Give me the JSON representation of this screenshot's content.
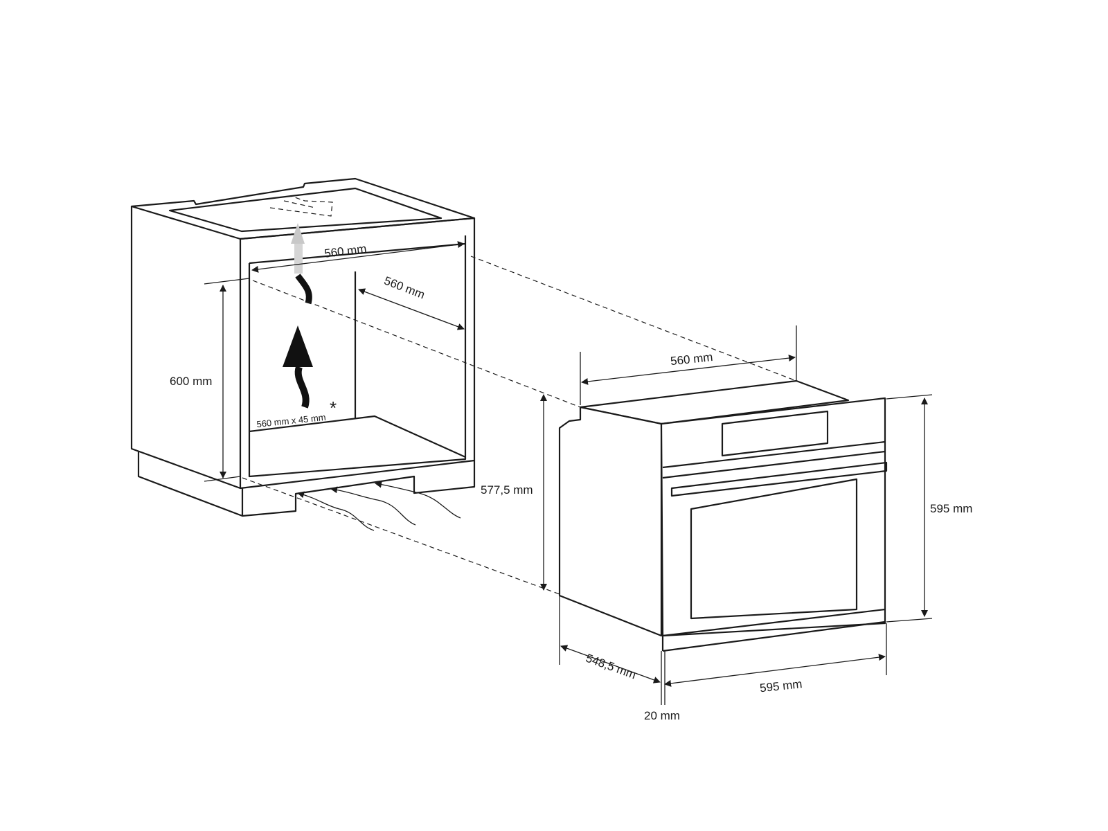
{
  "cabinet": {
    "width_label": "560 mm",
    "depth_label": "560 mm",
    "height_label": "600 mm",
    "vent_label": "560 mm x 45 mm",
    "vent_note_mark": "*"
  },
  "oven": {
    "width_top_label": "560 mm",
    "body_height_label": "577,5 mm",
    "front_height_label": "595 mm",
    "front_width_label": "595 mm",
    "depth_label": "548,5 mm",
    "front_thickness_label": "20 mm"
  }
}
